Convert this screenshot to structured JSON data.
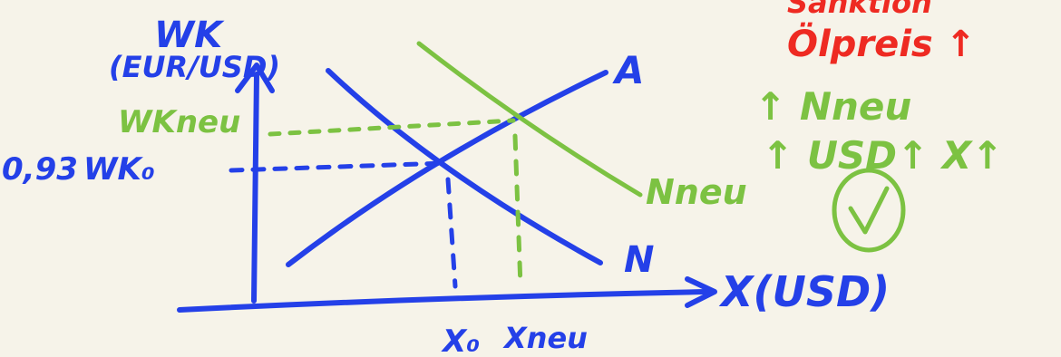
{
  "colors": {
    "background": "#f6f3e9",
    "blue": "#2440e8",
    "green": "#7cc242",
    "red": "#ee2a22"
  },
  "diagram": {
    "y_axis_label_line1": "WK",
    "y_axis_label_line2": "(EUR/USD)",
    "x_axis_label": "X(USD)",
    "supply_label": "A",
    "demand_label": "N",
    "new_demand_label": "Nneu",
    "wk_new_label": "WKneu",
    "wk0_value": "0,93",
    "wk0_label": "WK₀",
    "x0_label": "X₀",
    "xnew_label": "Xneu"
  },
  "notes": {
    "red_line1": "Sanktion",
    "red_line2": "Ölpreis ↑",
    "green_line1": "↑ Nneu",
    "green_line2": "↑ USD↑ X↑",
    "check_icon": "check-circle-icon"
  }
}
